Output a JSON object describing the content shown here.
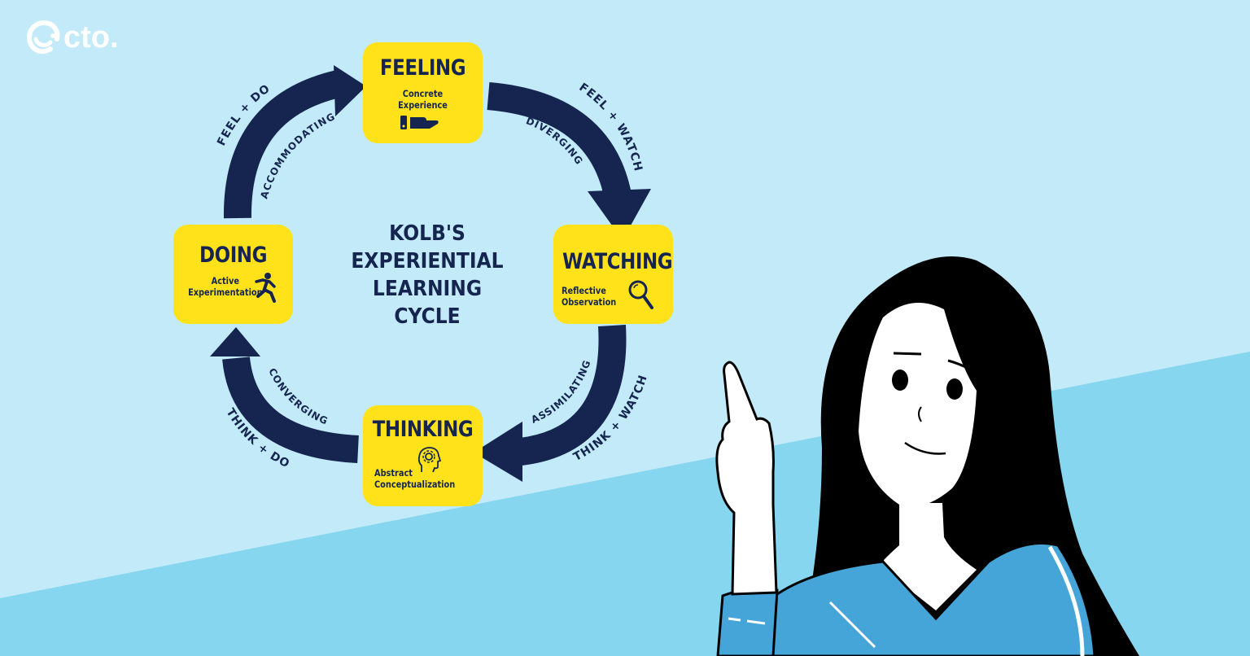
{
  "brand": {
    "logo_text": "cto.",
    "logo_icon": "octo-swirl-icon"
  },
  "diagram": {
    "title_lines": [
      "KOLB'S",
      "EXPERIENTIAL",
      "LEARNING",
      "CYCLE"
    ],
    "stages": [
      {
        "title": "FEELING",
        "subtitle_lines": [
          "Concrete",
          "Experience"
        ],
        "icon": "hand-giving-icon"
      },
      {
        "title": "WATCHING",
        "subtitle_lines": [
          "Reflective",
          "Observation"
        ],
        "icon": "magnifier-icon"
      },
      {
        "title": "THINKING",
        "subtitle_lines": [
          "Abstract",
          "Conceptualization"
        ],
        "icon": "head-gear-icon"
      },
      {
        "title": "DOING",
        "subtitle_lines": [
          "Active",
          "Experimentation"
        ],
        "icon": "running-person-icon"
      }
    ],
    "arrows": [
      {
        "from": "FEELING",
        "to": "WATCHING",
        "outer_label": "FEEL + WATCH",
        "inner_label": "DIVERGING"
      },
      {
        "from": "WATCHING",
        "to": "THINKING",
        "outer_label": "THINK + WATCH",
        "inner_label": "ASSIMILATING"
      },
      {
        "from": "THINKING",
        "to": "DOING",
        "outer_label": "THINK + DO",
        "inner_label": "CONVERGING"
      },
      {
        "from": "DOING",
        "to": "FEELING",
        "outer_label": "FEEL + DO",
        "inner_label": "ACCOMMODATING"
      }
    ]
  },
  "colors": {
    "background_light": "#c2eaf8",
    "background_band": "#86d6f0",
    "box_yellow": "#ffe21a",
    "navy": "#15254f",
    "sweater_blue": "#45a5d9"
  },
  "illustration": {
    "subject": "woman-pointing-up"
  }
}
